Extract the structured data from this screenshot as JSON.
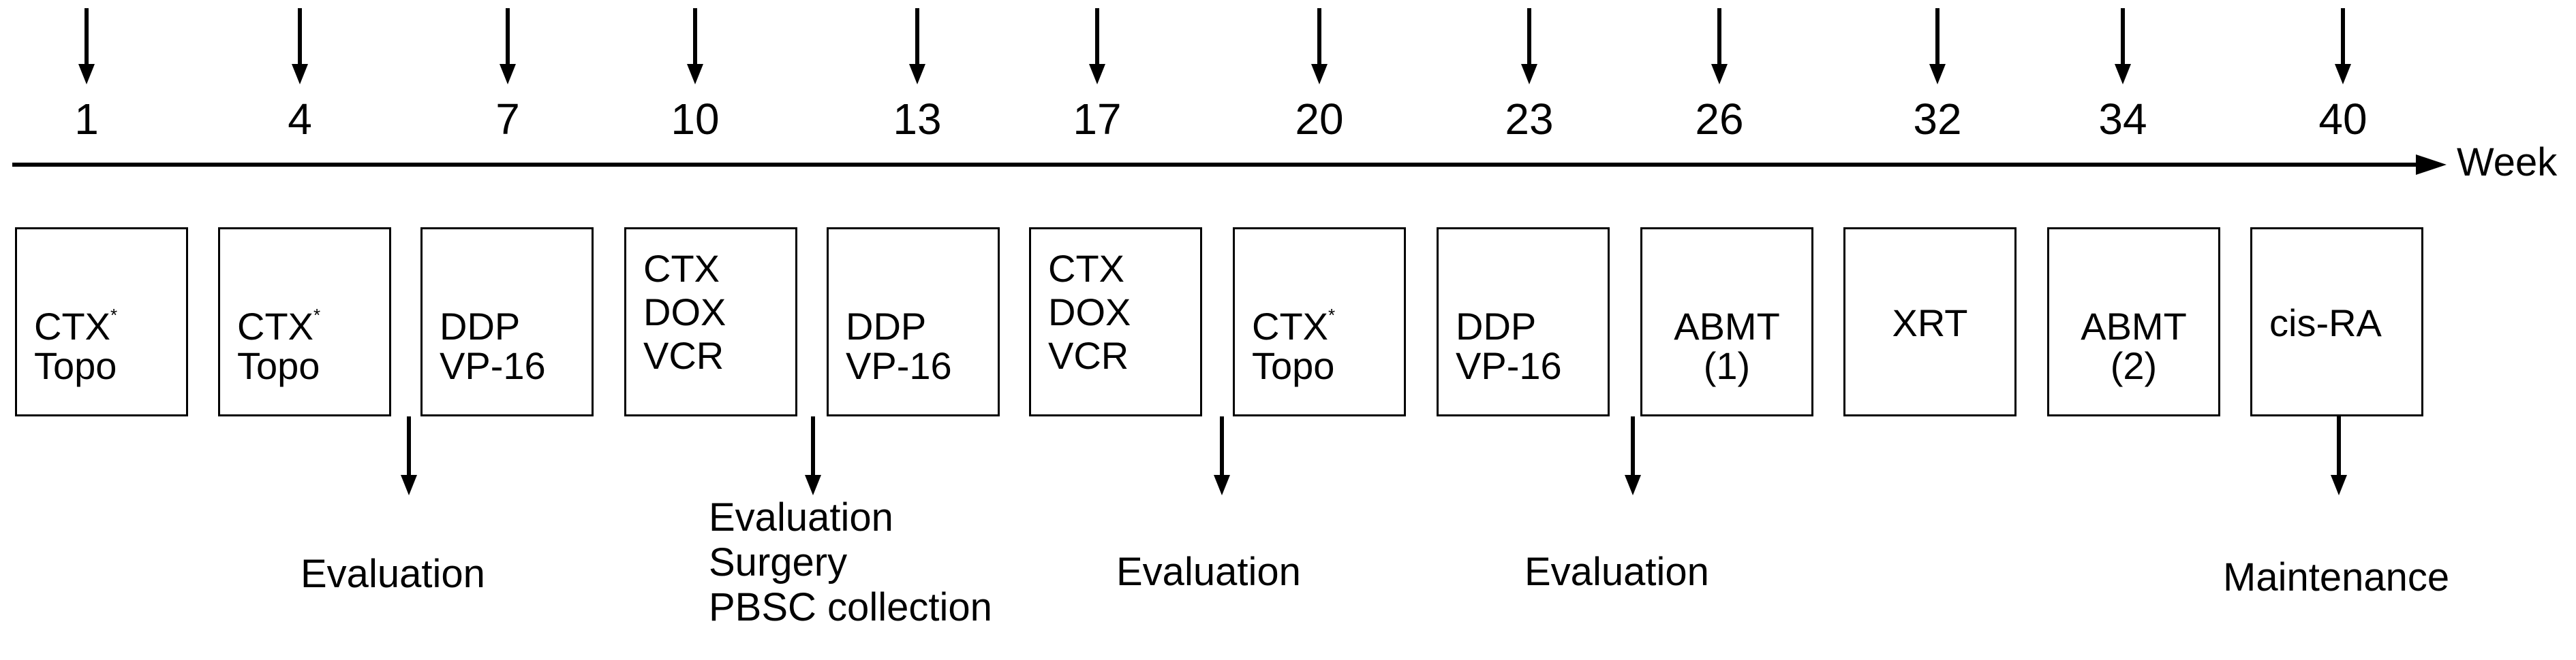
{
  "axis_unit": "Week",
  "weeks": [
    "1",
    "4",
    "7",
    "10",
    "13",
    "17",
    "20",
    "23",
    "26",
    "32",
    "34",
    "40"
  ],
  "boxes": [
    {
      "lines": [
        {
          "text": "CTX",
          "sup": "*"
        },
        {
          "text": "Topo"
        }
      ]
    },
    {
      "lines": [
        {
          "text": "CTX",
          "sup": "*"
        },
        {
          "text": "Topo"
        }
      ]
    },
    {
      "lines": [
        {
          "text": "DDP"
        },
        {
          "text": "VP-16"
        }
      ]
    },
    {
      "lines": [
        {
          "text": "CTX"
        },
        {
          "text": "DOX"
        },
        {
          "text": "VCR"
        }
      ]
    },
    {
      "lines": [
        {
          "text": "DDP"
        },
        {
          "text": "VP-16"
        }
      ]
    },
    {
      "lines": [
        {
          "text": "CTX"
        },
        {
          "text": "DOX"
        },
        {
          "text": "VCR"
        }
      ]
    },
    {
      "lines": [
        {
          "text": "CTX",
          "sup": "*"
        },
        {
          "text": "Topo"
        }
      ]
    },
    {
      "lines": [
        {
          "text": "DDP"
        },
        {
          "text": "VP-16"
        }
      ]
    },
    {
      "lines": [
        {
          "text": "ABMT"
        },
        {
          "text": "(1)"
        }
      ]
    },
    {
      "lines": [
        {
          "text": "XRT"
        }
      ]
    },
    {
      "lines": [
        {
          "text": "ABMT"
        },
        {
          "text": "(2)"
        }
      ]
    },
    {
      "lines": [
        {
          "text": "cis-RA"
        }
      ]
    }
  ],
  "events": [
    {
      "lines": [
        "Evaluation"
      ]
    },
    {
      "lines": [
        "Evaluation",
        "Surgery",
        "PBSC collection"
      ]
    },
    {
      "lines": [
        "Evaluation"
      ]
    },
    {
      "lines": [
        "Evaluation"
      ]
    },
    {
      "lines": [
        "Maintenance"
      ]
    }
  ]
}
